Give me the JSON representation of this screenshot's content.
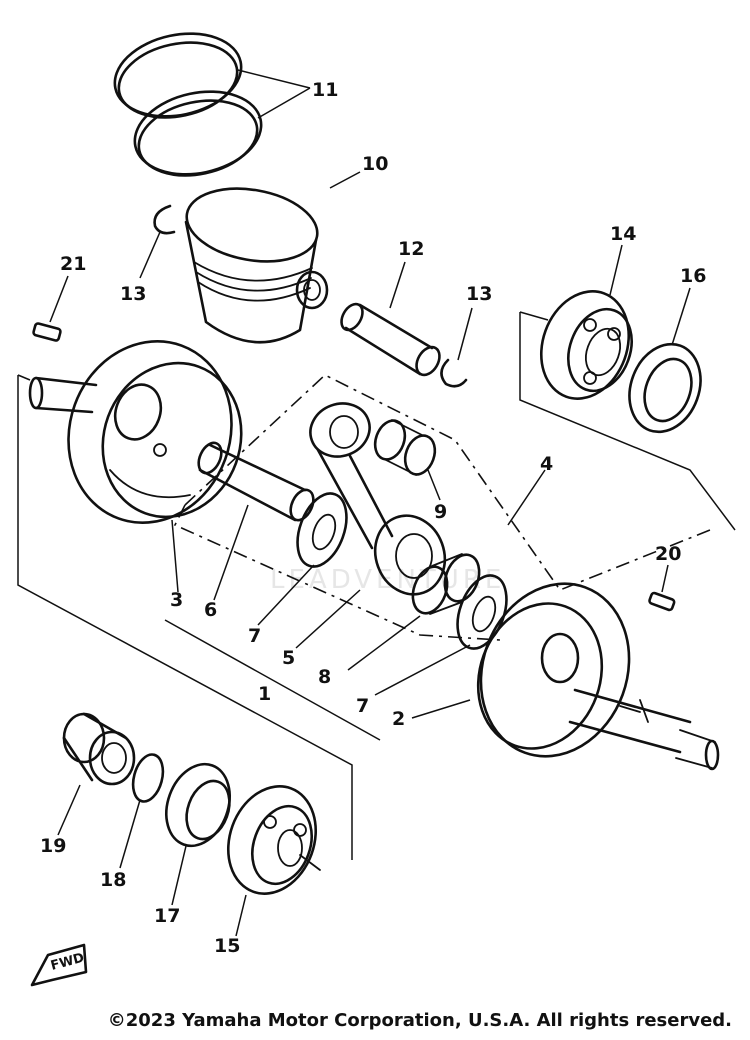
{
  "callouts": {
    "c1": "1",
    "c2": "2",
    "c3": "3",
    "c4": "4",
    "c5": "5",
    "c6": "6",
    "c7a": "7",
    "c7b": "7",
    "c8": "8",
    "c9": "9",
    "c10": "10",
    "c11": "11",
    "c12": "12",
    "c13a": "13",
    "c13b": "13",
    "c14": "14",
    "c15": "15",
    "c16": "16",
    "c17": "17",
    "c18": "18",
    "c19": "19",
    "c20": "20",
    "c21": "21"
  },
  "fwd_label": "FWD",
  "watermark": "LEADVENTURE",
  "copyright": "©2023 Yamaha Motor Corporation, U.S.A. All rights reserved."
}
